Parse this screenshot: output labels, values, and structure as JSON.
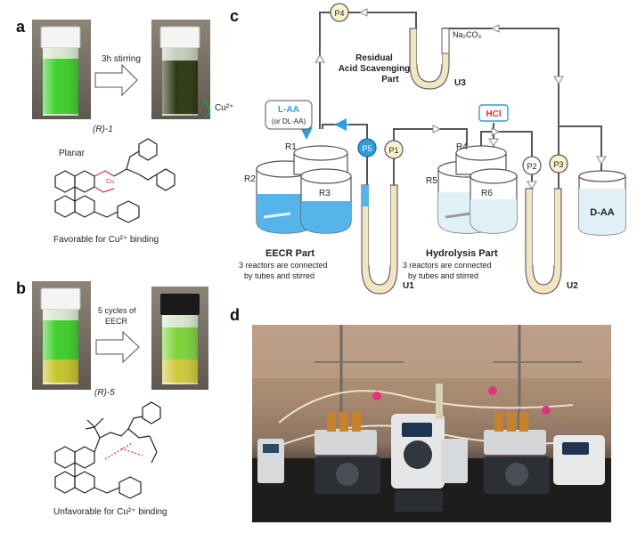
{
  "panels": {
    "a": {
      "label": "a",
      "arrow_text": "3h stirring",
      "compound": "(R)-1",
      "ion": "Cu²⁺",
      "conformation": "Planar",
      "caption": "Favorable for Cu²⁺ binding"
    },
    "b": {
      "label": "b",
      "arrow_line1": "5 cycles of",
      "arrow_line2": "EECR",
      "compound": "(R)-5",
      "caption": "Unfavorable for Cu²⁺ binding"
    },
    "c": {
      "label": "c",
      "pumps": [
        "P4",
        "P5",
        "P1",
        "P2",
        "P3"
      ],
      "reactors": [
        "R1",
        "R2",
        "R3",
        "R4",
        "R5",
        "R6"
      ],
      "u_tubes": [
        "U1",
        "U2",
        "U3"
      ],
      "feed_top": "L-AA",
      "feed_bottom": "(or DL-AA)",
      "acid": "HCl",
      "base": "Na₂CO₃",
      "product": "D-AA",
      "scavenging_line1": "Residual",
      "scavenging_line2": "Acid Scavenging",
      "scavenging_line3": "Part",
      "eecr_title": "EECR Part",
      "eecr_line1": "3 reactors are connected",
      "eecr_line2": "by tubes and stirred",
      "hydro_title": "Hydrolysis Part",
      "hydro_line1": "3 reactors are connected",
      "hydro_line2": "by tubes and stirred"
    },
    "d": {
      "label": "d"
    }
  },
  "colors": {
    "tube": "#555555",
    "blue_liquid": "#55b4ea",
    "cream_liquid": "#f3e4c2",
    "accent_blue": "#2a9fdc",
    "accent_red": "#e0302a",
    "pump_fill": "#fbf1cf",
    "green_solution": "#3ecf2a"
  }
}
